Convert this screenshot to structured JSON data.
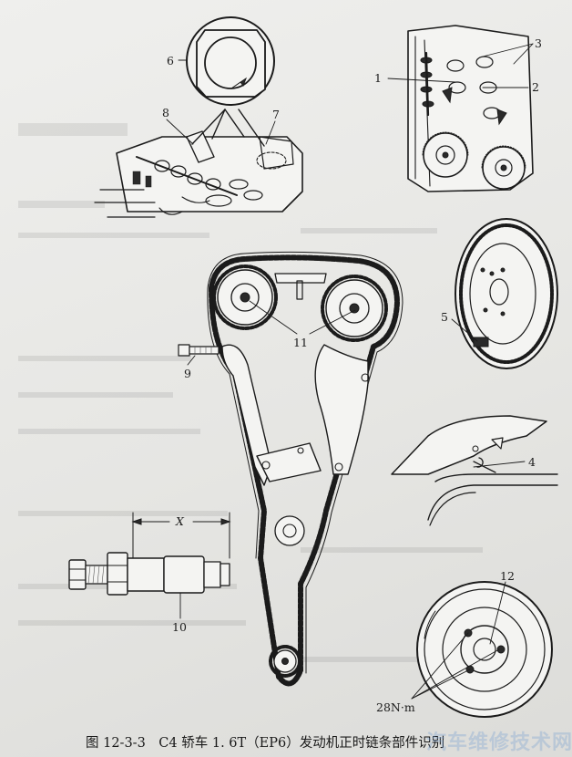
{
  "figure": {
    "callouts": {
      "c1": "1",
      "c2": "2",
      "c3": "3",
      "c4": "4",
      "c5": "5",
      "c6": "6",
      "c7": "7",
      "c8": "8",
      "c9": "9",
      "c10": "10",
      "c11": "11",
      "c12": "12"
    },
    "dimension_label": "X",
    "torque_label": "28N·m"
  },
  "caption": {
    "text": "图 12-3-3　C4 轿车 1. 6T（EP6）发动机正时链条部件识别"
  },
  "watermark": {
    "text": "汽车维修技术网"
  }
}
